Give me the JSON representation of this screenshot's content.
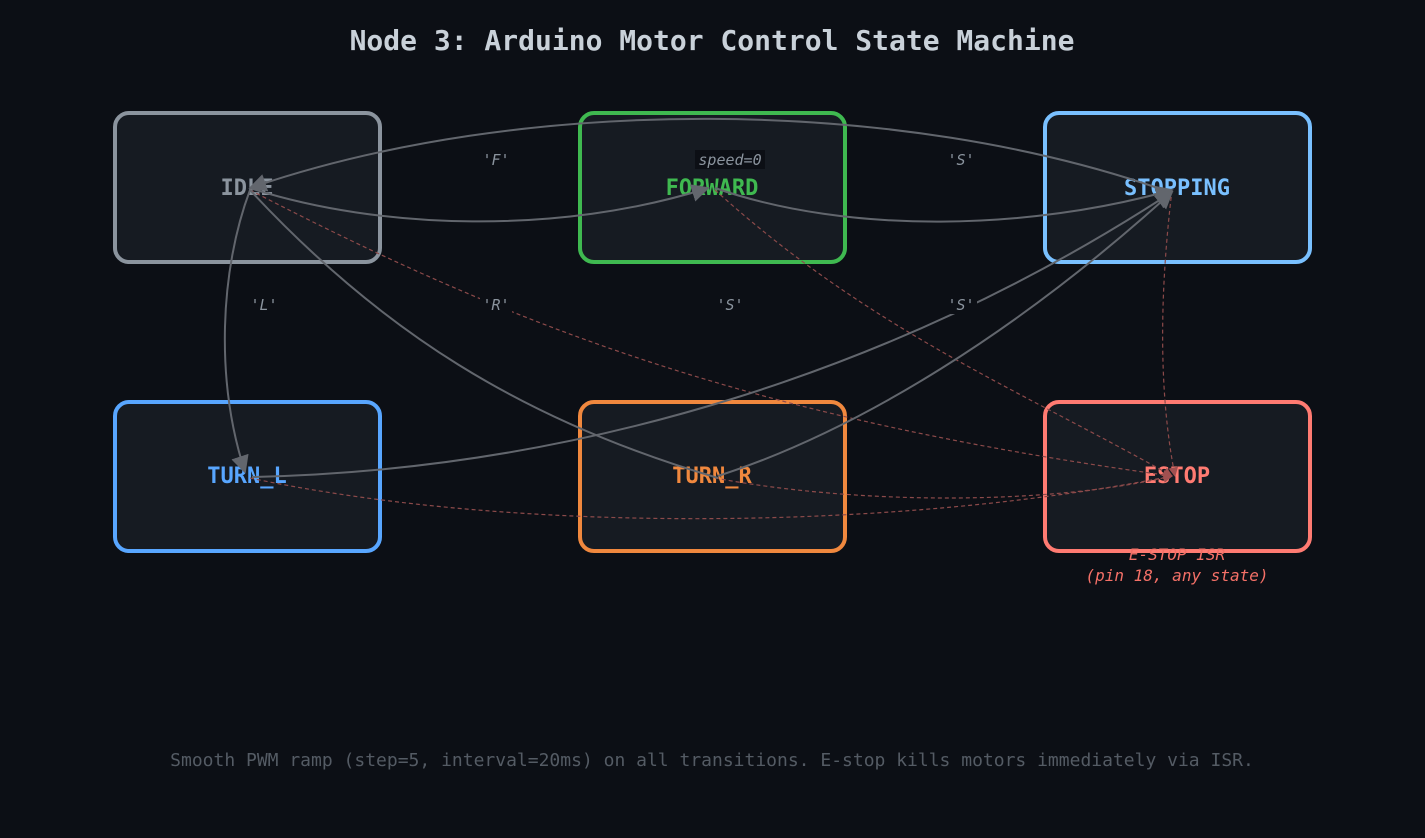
{
  "title": "Node 3: Arduino Motor Control State Machine",
  "states": [
    {
      "id": "idle",
      "label": "IDLE",
      "color": "#8b949e"
    },
    {
      "id": "forward",
      "label": "FORWARD",
      "color": "#3fb950"
    },
    {
      "id": "stopping",
      "label": "STOPPING",
      "color": "#79c0ff"
    },
    {
      "id": "turn_l",
      "label": "TURN_L",
      "color": "#58a6ff"
    },
    {
      "id": "turn_r",
      "label": "TURN_R",
      "color": "#f0883e"
    },
    {
      "id": "estop",
      "label": "ESTOP",
      "color": "#ff7b72"
    }
  ],
  "edge_labels": {
    "idle_forward": "'F'",
    "forward_stopping": "'S'",
    "idle_turn_l": "'L'",
    "idle_turn_r": "'R'",
    "turn_r_stopping": "'S'",
    "turn_l_stopping": "'S'",
    "stopping_idle": "speed=0"
  },
  "estop_note": {
    "line1": "E-STOP ISR",
    "line2": "(pin 18, any state)"
  },
  "footer": "Smooth PWM ramp (step=5, interval=20ms) on all transitions. E-stop kills motors immediately via ISR."
}
